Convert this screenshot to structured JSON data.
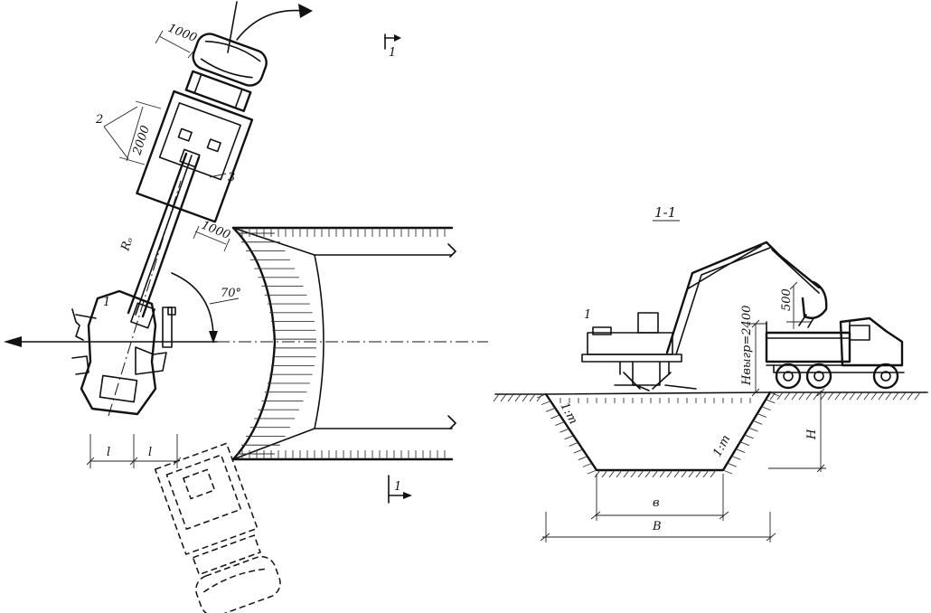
{
  "left_plan": {
    "dim_1000_top": "1000",
    "dim_2000": "2000",
    "dim_1000_mid": "1000",
    "radius_label": "Rₒ",
    "angle_label": "70°",
    "callout_1": "1",
    "callout_2": "2",
    "callout_3": "3",
    "dim_l_1": "l",
    "dim_l_2": "l",
    "section_mark_top": "1",
    "section_mark_bottom": "1"
  },
  "right_section": {
    "title": "1-1",
    "callout_1": "1",
    "dim_500": "500",
    "height_label": "Hвыгр=2400",
    "slope_left": "1:m",
    "slope_right": "1:m",
    "depth_label": "H",
    "bottom_width": "в",
    "top_width": "B"
  }
}
